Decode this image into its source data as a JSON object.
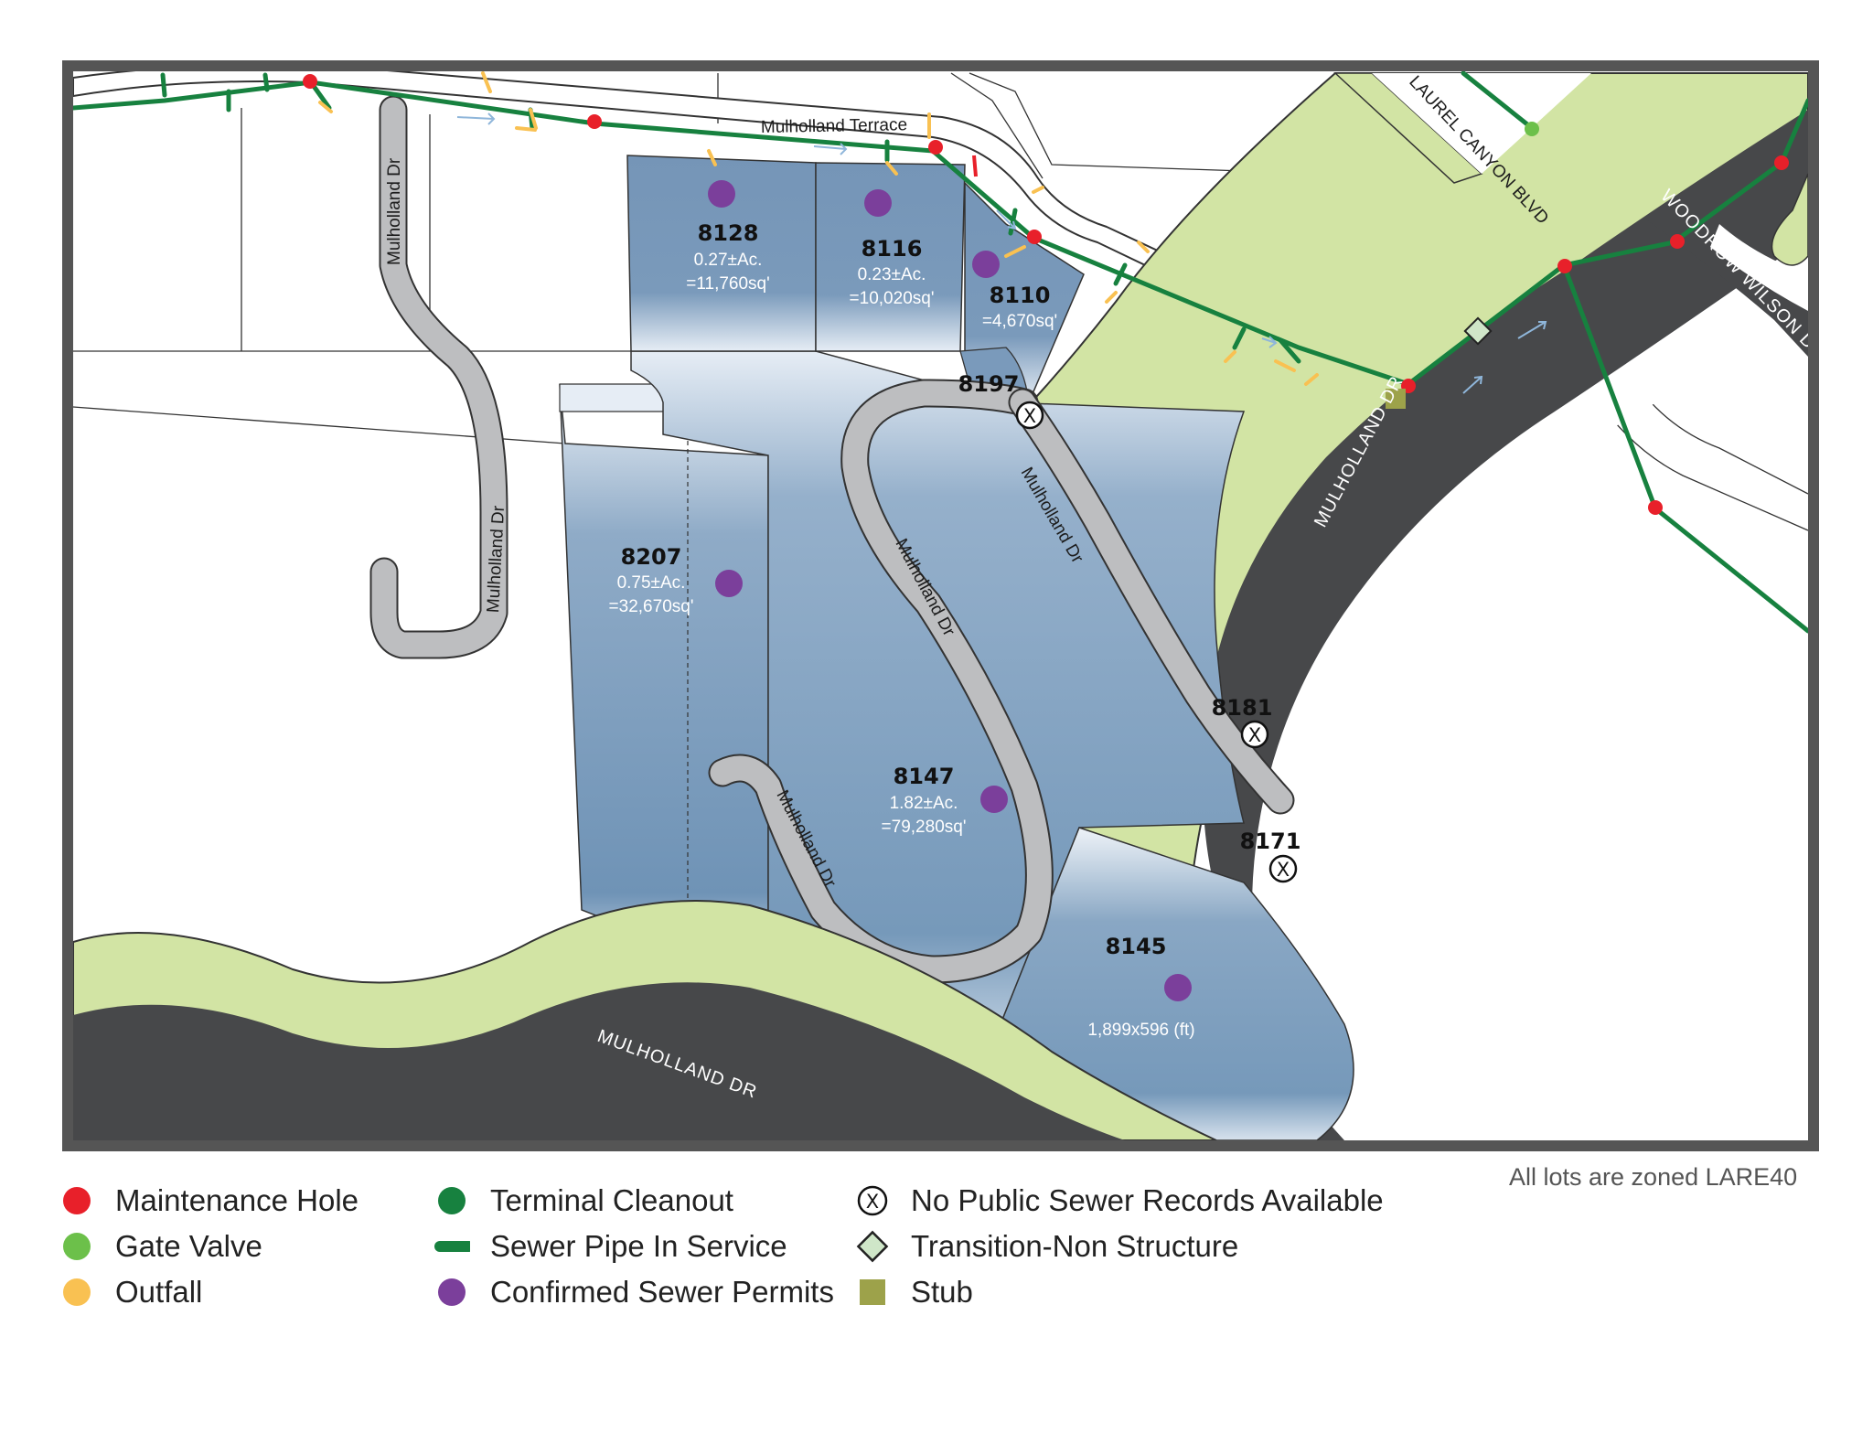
{
  "colors": {
    "maintenance_hole": "#e8202a",
    "gate_valve": "#6cc04a",
    "outfall": "#f9c152",
    "terminal_cleanout": "#17813f",
    "sewer_pipe": "#17813f",
    "sewer_permit": "#7b3f9b",
    "transition_fill": "#cfe6c8",
    "stub": "#9da24a",
    "road_dark": "#47484a",
    "road_green": "#d2e4a4",
    "lot_blue": "#7699ba",
    "frame": "#555555"
  },
  "streets": {
    "mulholland_terrace": "Mulholland Terrace",
    "mulholland_dr_small": "Mulholland Dr",
    "laurel_canyon": "LAUREL CANYON BLVD",
    "woodrow_wilson": "WOODROW WILSON DR",
    "mulholland_upper": "MULHOLLAND DR",
    "mulholland_right": "MULHOLLAND DR",
    "mulholland_bottom": "MULHOLLAND DR"
  },
  "lots": [
    {
      "number": "8128",
      "acres": "0.27±Ac.",
      "area": "=11,760sq'"
    },
    {
      "number": "8116",
      "acres": "0.23±Ac.",
      "area": "=10,020sq'"
    },
    {
      "number": "8110",
      "acres": "",
      "area": "=4,670sq'"
    },
    {
      "number": "8197",
      "acres": "",
      "area": ""
    },
    {
      "number": "8207",
      "acres": "0.75±Ac.",
      "area": "=32,670sq'"
    },
    {
      "number": "8147",
      "acres": "1.82±Ac.",
      "area": "=79,280sq'"
    },
    {
      "number": "8181",
      "acres": "",
      "area": ""
    },
    {
      "number": "8171",
      "acres": "",
      "area": ""
    },
    {
      "number": "8145",
      "acres": "",
      "area": "1,899x596 (ft)"
    }
  ],
  "no_record_symbol": "X",
  "legend": {
    "maintenance_hole": "Maintenance Hole",
    "gate_valve": "Gate Valve",
    "outfall": "Outfall",
    "terminal_cleanout": "Terminal Cleanout",
    "sewer_pipe": "Sewer Pipe In Service",
    "sewer_permits": "Confirmed Sewer Permits",
    "no_records": "No Public Sewer Records Available",
    "transition": "Transition-Non Structure",
    "stub": "Stub"
  },
  "zoning_note": "All lots are zoned LARE40"
}
